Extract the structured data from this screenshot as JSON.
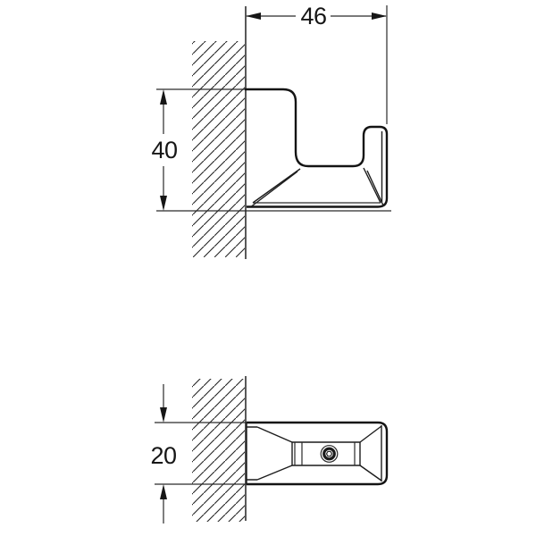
{
  "drawing": {
    "type": "technical-dimension-drawing",
    "subject": "wall-mounted hook, side view (top) and plan view (bottom)",
    "dimensions": {
      "width": "46",
      "height": "40",
      "depth": "20"
    },
    "colors": {
      "background": "#ffffff",
      "line": "#1c1c1c",
      "text": "#161616"
    },
    "icons": {
      "screw": "screw-head-icon"
    }
  }
}
